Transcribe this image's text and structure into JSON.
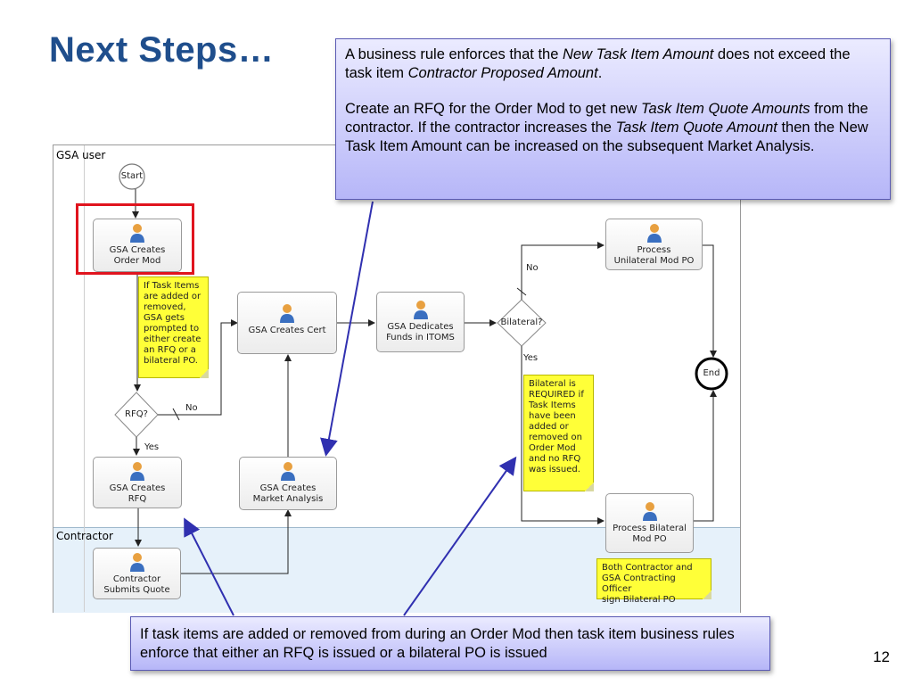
{
  "slide": {
    "title": "Next Steps…",
    "page_number": "12"
  },
  "callouts": {
    "top": {
      "p1_a": "A business rule enforces that the ",
      "p1_b": "New Task Item Amount",
      "p1_c": " does not exceed the task item ",
      "p1_d": "Contractor Proposed Amount",
      "p1_e": ".",
      "p2_a": "Create an RFQ for the Order Mod to get new ",
      "p2_b": "Task Item Quote Amounts",
      "p2_c": " from the contractor.  If the contractor increases the ",
      "p2_d": "Task Item Quote Amount",
      "p2_e": " then the New Task Item Amount can be increased on the subsequent Market Analysis."
    },
    "bottom": "If task items are added or removed from during an Order Mod then task item business rules enforce that either an RFQ is issued or a bilateral PO is issued"
  },
  "lanes": {
    "gsa": "GSA user",
    "contractor": "Contractor"
  },
  "events": {
    "start": "Start",
    "end": "End"
  },
  "tasks": {
    "create_order_mod": "GSA Creates\nOrder Mod",
    "create_rfq": "GSA Creates\nRFQ",
    "submit_quote": "Contractor\nSubmits Quote",
    "market_analysis": "GSA Creates\nMarket Analysis",
    "create_cert": "GSA Creates Cert",
    "dedicate_funds": "GSA Dedicates\nFunds in ITOMS",
    "unilateral_po": "Process\nUnilateral Mod PO",
    "bilateral_po": "Process Bilateral\nMod PO"
  },
  "gateways": {
    "rfq": "RFQ?",
    "bilateral": "Bilateral?"
  },
  "flow_labels": {
    "rfq_no": "No",
    "rfq_yes": "Yes",
    "bilateral_no": "No",
    "bilateral_yes": "Yes"
  },
  "notes": {
    "rfq_note": "If Task Items\nare added or\nremoved,\nGSA gets\nprompted to\neither create\nan RFQ or a\nbilateral PO.",
    "bilateral_note": "Bilateral is\nREQUIRED if\nTask Items\nhave been\nadded or\nremoved on\nOrder Mod\nand no RFQ\nwas issued.",
    "sign_note": "Both Contractor and\nGSA Contracting Officer\nsign Bilateral PO"
  },
  "colors": {
    "title": "#1f4e8c",
    "callout_fill": "#b6b6f8",
    "note_fill": "#ffff38",
    "highlight": "#e0141e",
    "pointer_arrow": "#3030b0"
  }
}
